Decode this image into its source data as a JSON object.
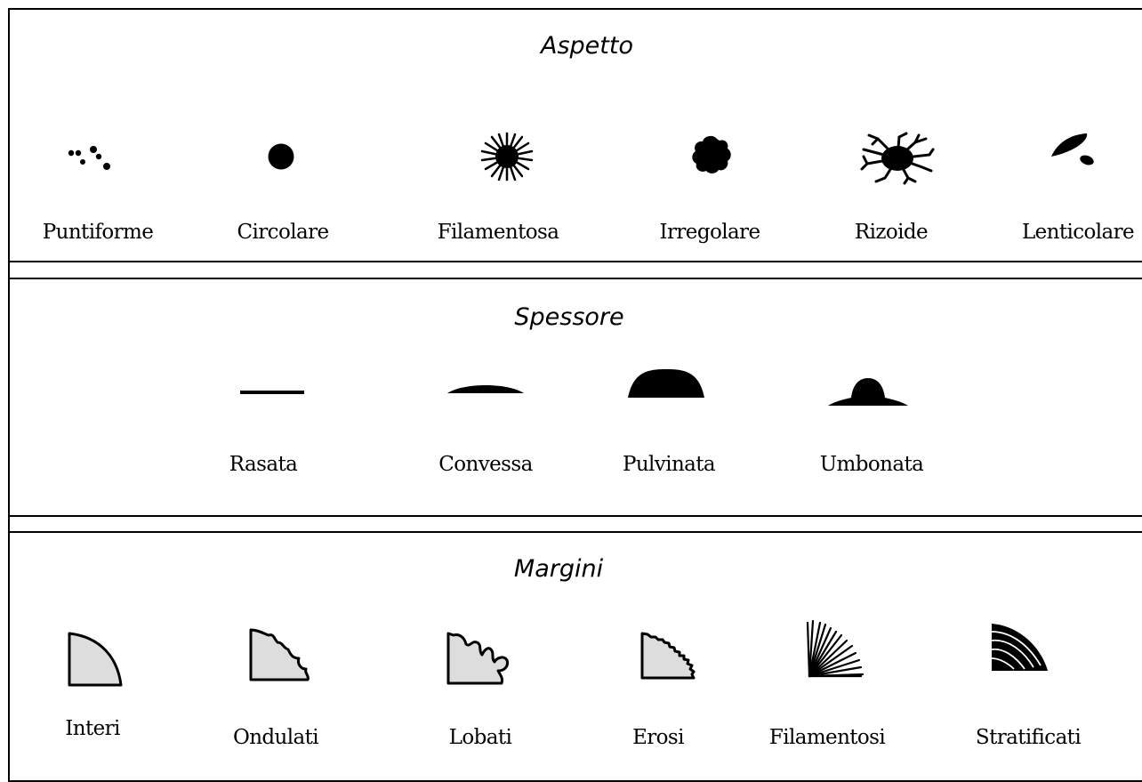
{
  "aspetto": {
    "title": "Aspetto",
    "items": [
      {
        "label": "Puntiforme"
      },
      {
        "label": "Circolare"
      },
      {
        "label": "Filamentosa"
      },
      {
        "label": "Irregolare"
      },
      {
        "label": "Rizoide"
      },
      {
        "label": "Lenticolare"
      }
    ]
  },
  "spessore": {
    "title": "Spessore",
    "items": [
      {
        "label": "Rasata"
      },
      {
        "label": "Convessa"
      },
      {
        "label": "Pulvinata"
      },
      {
        "label": "Umbonata"
      }
    ]
  },
  "margini": {
    "title": "Margini",
    "items": [
      {
        "label": "Interi"
      },
      {
        "label": "Ondulati"
      },
      {
        "label": "Lobati"
      },
      {
        "label": "Erosi"
      },
      {
        "label": "Filamentosi"
      },
      {
        "label": "Stratificati"
      }
    ]
  },
  "colors": {
    "line": "#000000",
    "fill": "#dddddd"
  }
}
